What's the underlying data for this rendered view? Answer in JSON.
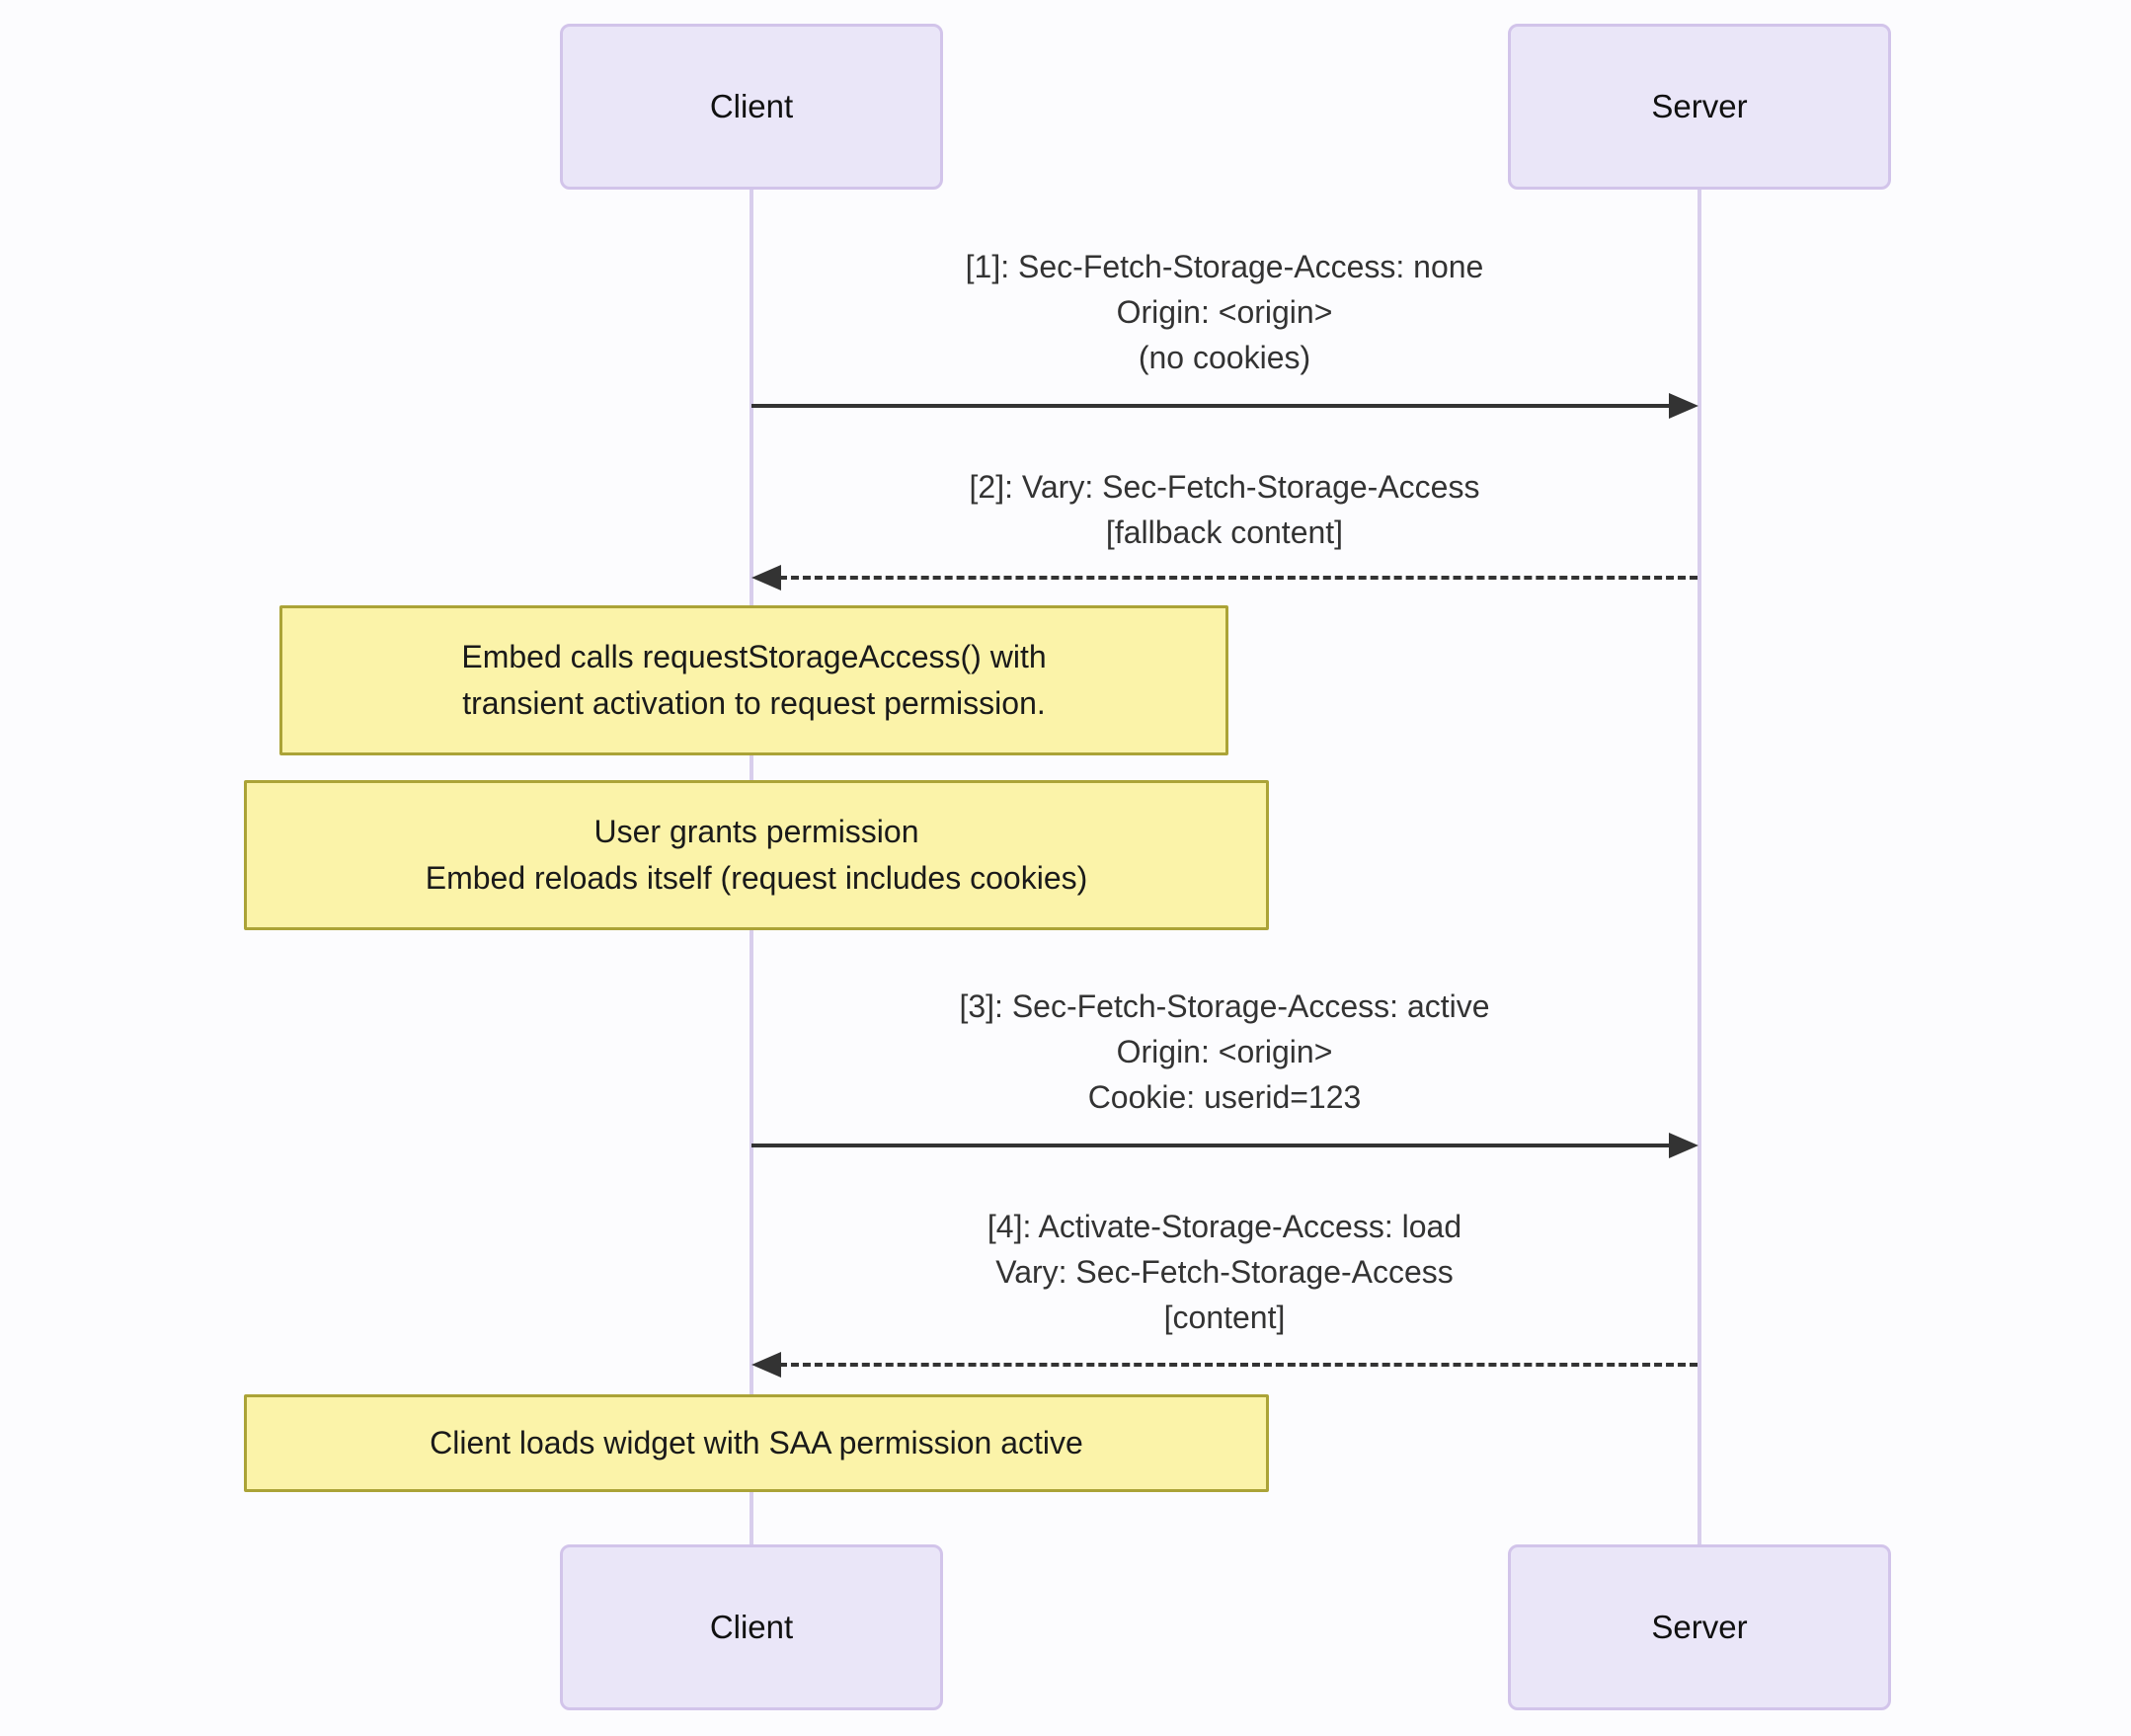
{
  "diagram": {
    "kind": "sequence-diagram",
    "actors": [
      {
        "id": "client",
        "name": "Client"
      },
      {
        "id": "server",
        "name": "Server"
      }
    ],
    "messages": [
      {
        "seq": "1",
        "from": "Client",
        "to": "Server",
        "line_style": "solid",
        "direction": "right",
        "lines": [
          "[1]: Sec-Fetch-Storage-Access: none",
          "Origin: <origin>",
          "(no cookies)"
        ]
      },
      {
        "seq": "2",
        "from": "Server",
        "to": "Client",
        "line_style": "dashed",
        "direction": "left",
        "lines": [
          "[2]: Vary: Sec-Fetch-Storage-Access",
          "[fallback content]"
        ]
      },
      {
        "seq": "3",
        "from": "Client",
        "to": "Server",
        "line_style": "solid",
        "direction": "right",
        "lines": [
          "[3]: Sec-Fetch-Storage-Access: active",
          "Origin: <origin>",
          "Cookie: userid=123"
        ]
      },
      {
        "seq": "4",
        "from": "Server",
        "to": "Client",
        "line_style": "dashed",
        "direction": "left",
        "lines": [
          "[4]: Activate-Storage-Access: load",
          "Vary: Sec-Fetch-Storage-Access",
          "[content]"
        ]
      }
    ],
    "notes": [
      {
        "over": "Client",
        "lines": [
          "Embed calls requestStorageAccess() with",
          "transient activation to request permission."
        ]
      },
      {
        "over": "Client",
        "lines": [
          "User grants permission",
          "Embed reloads itself (request includes cookies)"
        ]
      },
      {
        "over": "Client",
        "lines": [
          "Client loads widget with SAA permission active"
        ]
      }
    ],
    "colors": {
      "page_bg": "#FCFCFE",
      "actor_fill": "#EAE6F8",
      "actor_border": "#D2C4EA",
      "lifeline_color": "#D8CEEC",
      "note_fill": "#FBF3A9",
      "note_border": "#ABA337",
      "arrow_color": "#333333",
      "text_color": "#333333"
    }
  }
}
